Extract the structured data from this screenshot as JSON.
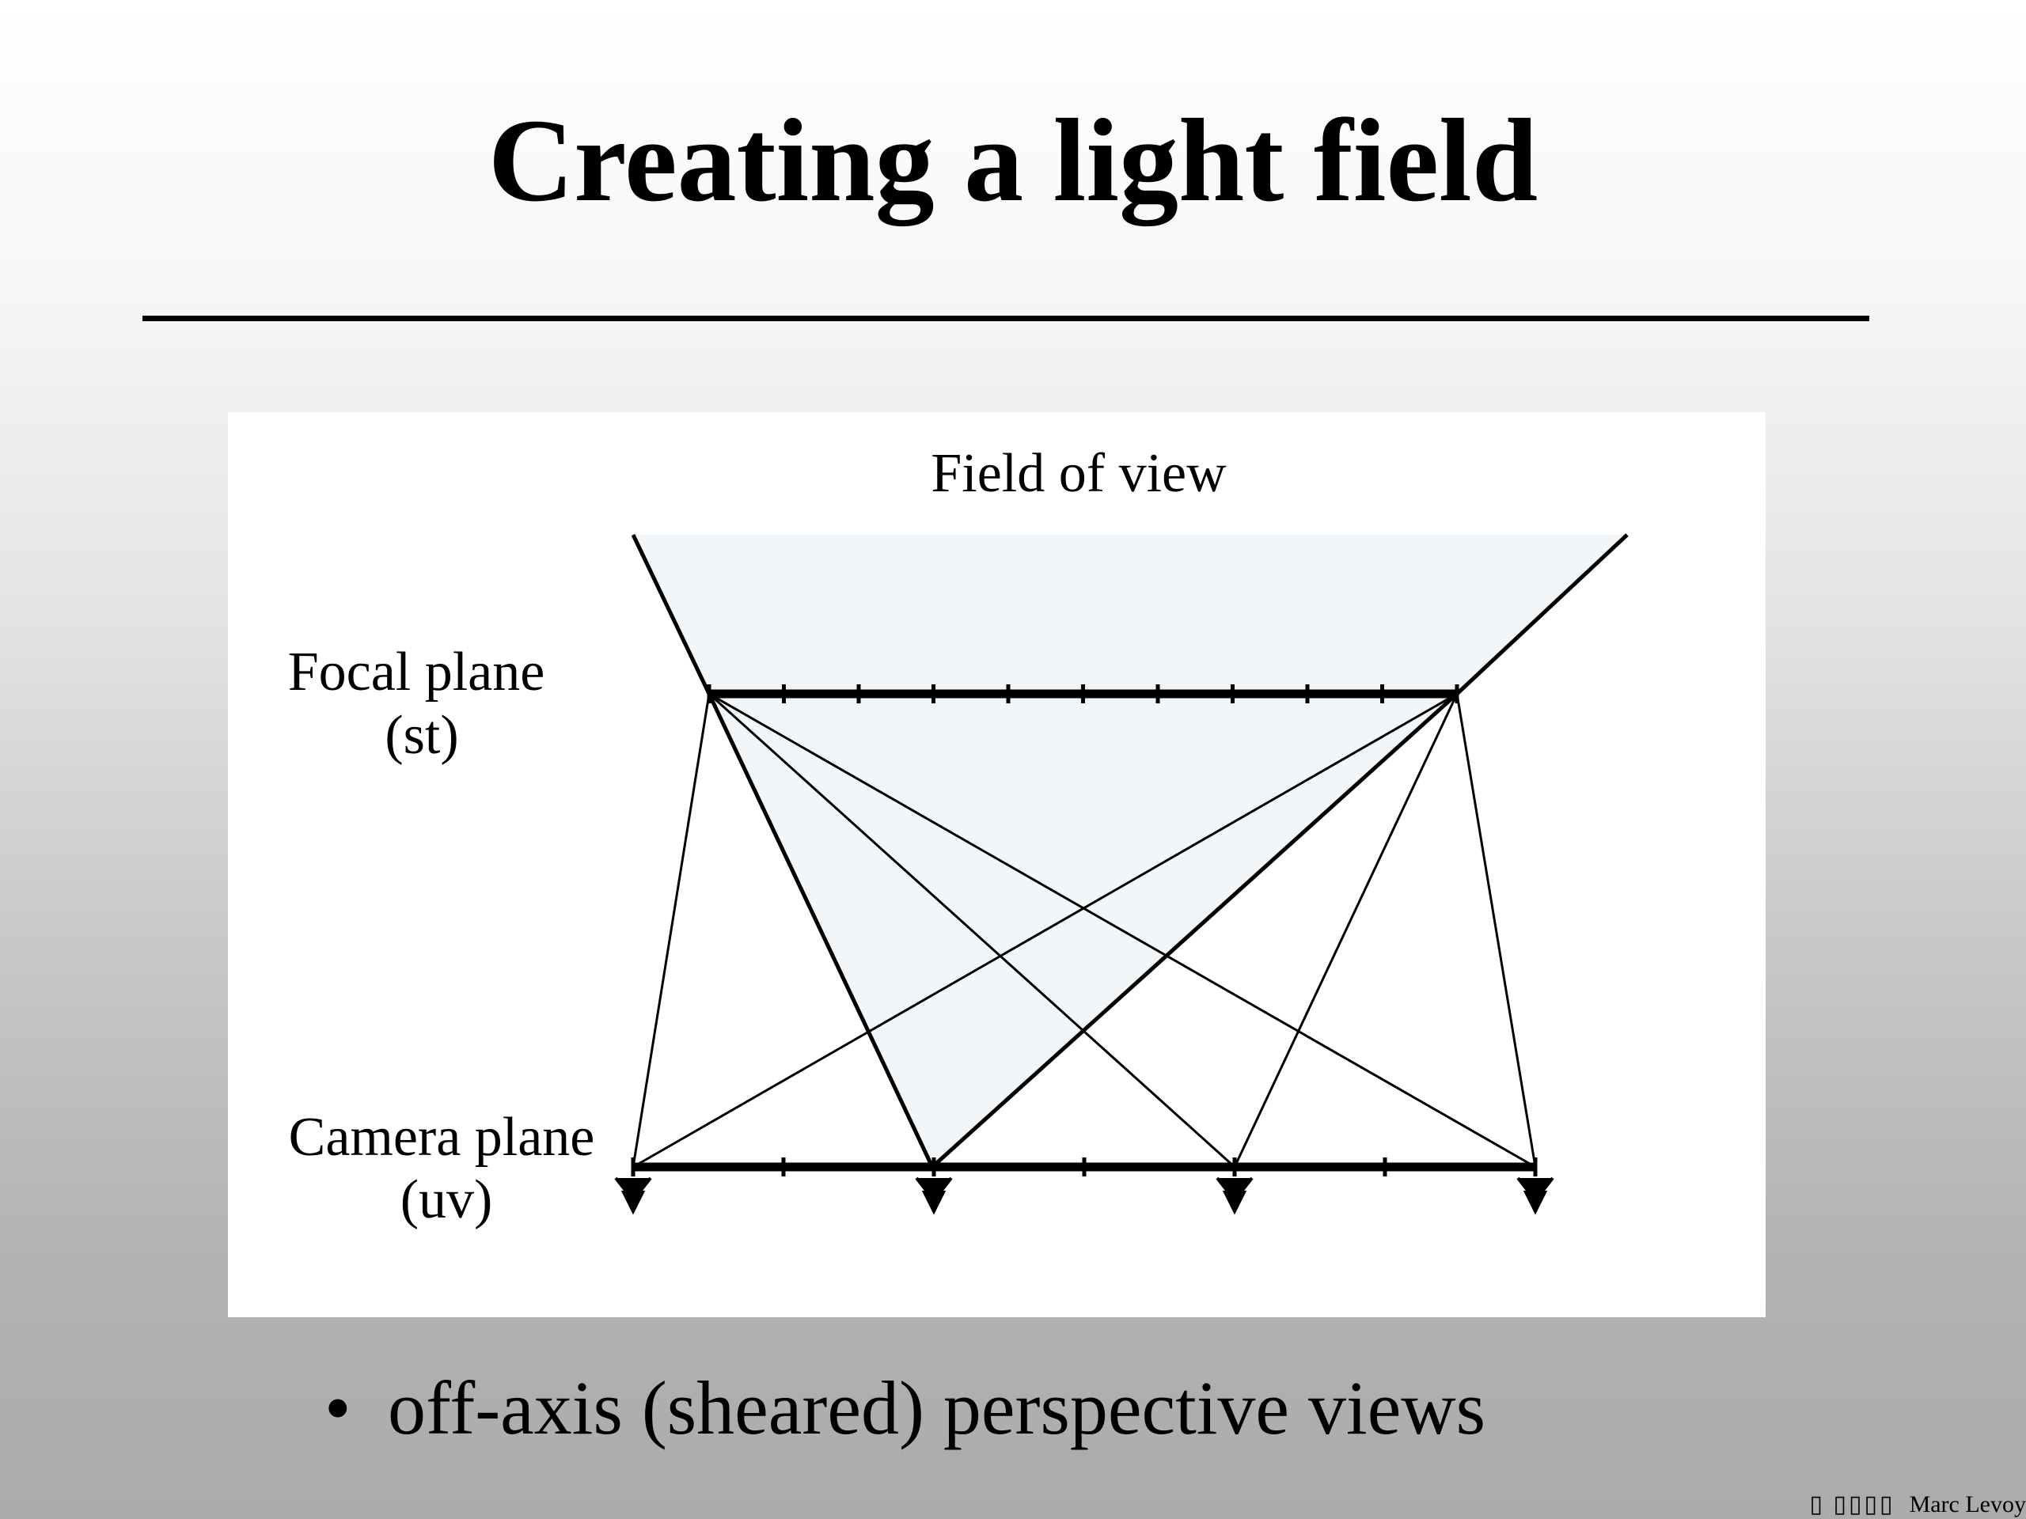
{
  "slide": {
    "title": "Creating a light field",
    "bullet_symbol": "•",
    "bullet_text": "off-axis (sheared) perspective views",
    "footer_symbols": "▯ ▯▯▯▯",
    "footer_author": "Marc Levoy"
  },
  "diagram": {
    "field_of_view_label": "Field of view",
    "focal_plane_label_line1": "Focal plane",
    "focal_plane_label_line2": "(st)",
    "camera_plane_label_line1": "Camera plane",
    "camera_plane_label_line2": "(uv)",
    "focal_plane_tick_count": 11,
    "camera_plane_tick_count": 7,
    "camera_count": 4,
    "shaded_region_color": "#f3f6f8",
    "line_color": "#000000"
  }
}
